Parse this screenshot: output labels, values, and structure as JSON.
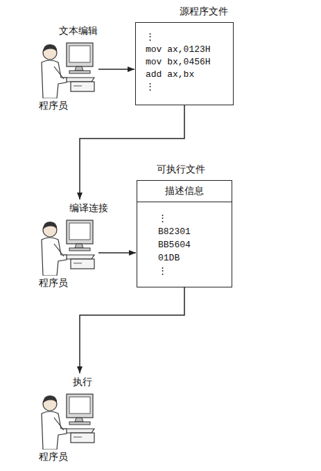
{
  "diagram": {
    "nodes": [
      {
        "text": [
          "文本编辑",
          "程序员"
        ]
      },
      {
        "text": [
          "源程序文件",
          "⋮",
          "mov ax,0123H",
          "mov bx,0456H",
          "add ax,bx",
          "⋮"
        ]
      },
      {
        "text": [
          "编译连接",
          "程序员"
        ]
      },
      {
        "text": [
          "可执行文件",
          "⋮",
          "B82301",
          "BB5604",
          "01DB",
          "⋮"
        ]
      },
      {
        "text": [
          "描述信息"
        ],
        "in": 3
      },
      {
        "text": [
          "执行",
          "程序员"
        ]
      }
    ],
    "edges": [
      {
        "from": 0,
        "to": 1,
        "arrow": "to"
      },
      {
        "from": 1,
        "to": 2,
        "arrow": "to"
      },
      {
        "from": 2,
        "to": 3,
        "arrow": "to"
      },
      {
        "from": 3,
        "to": 5,
        "arrow": "to"
      }
    ]
  }
}
